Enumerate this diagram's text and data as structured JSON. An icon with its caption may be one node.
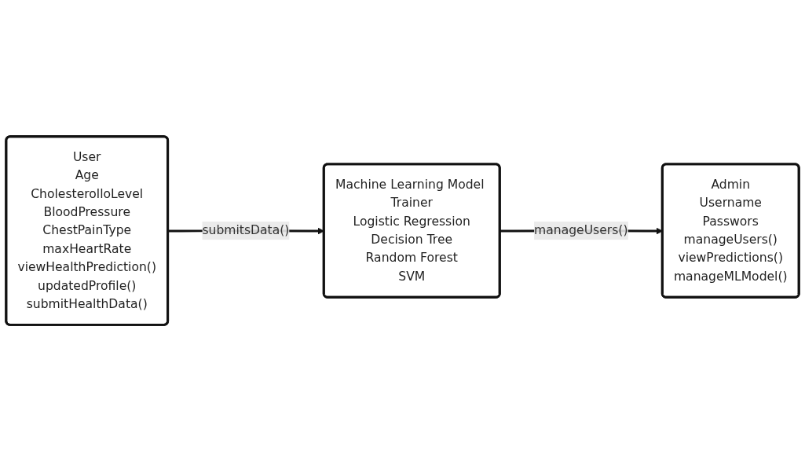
{
  "diagram": {
    "nodes": [
      {
        "text": [
          "User",
          "Age",
          "CholesterolloLevel",
          "BloodPressure",
          "ChestPainType",
          "maxHeartRate",
          "viewHealthPrediction()",
          "updatedProfile()",
          "submitHealthData()"
        ]
      },
      {
        "text": [
          "Admin",
          "Username",
          "Passwors",
          "manageUsers()",
          "viewPredictions()",
          "manageMLModel()"
        ]
      },
      {
        "text": [
          "Machine Learning Model Trainer",
          "Logistic Regression",
          "Decision Tree",
          "Random Forest",
          "SVM"
        ]
      }
    ],
    "edges": [
      {
        "from": 0,
        "to": 2,
        "label": "submitsData()",
        "arrow": "to"
      },
      {
        "from": 2,
        "to": 1,
        "label": "manageUsers()",
        "arrow": "to"
      }
    ]
  }
}
